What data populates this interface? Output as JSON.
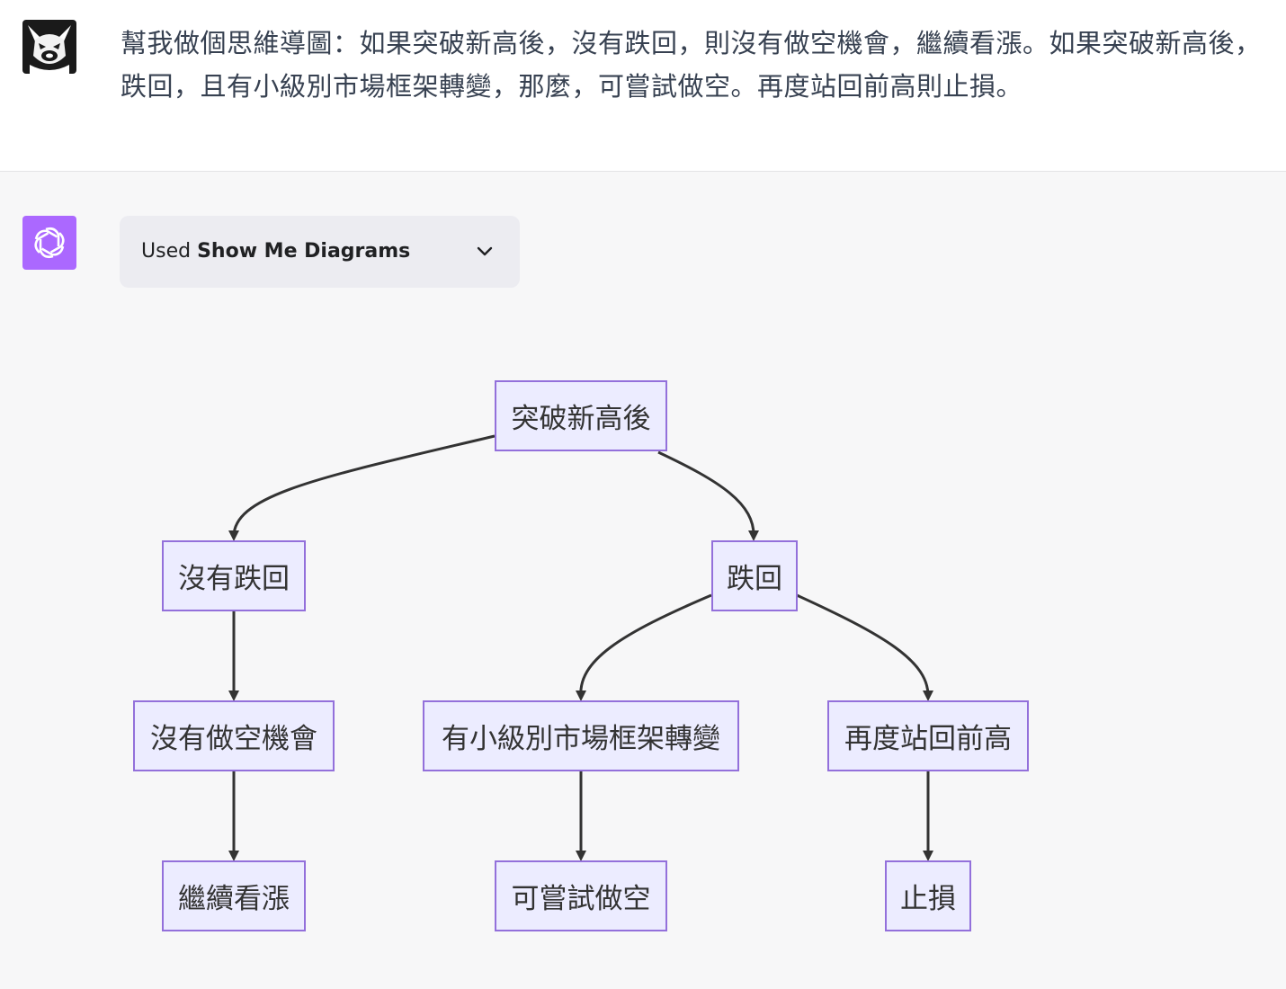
{
  "conversation": {
    "user_message": "幫我做個思維導圖：如果突破新高後，沒有跌回，則沒有做空機會，繼續看漲。如果突破新高後，跌回，且有小級別市場框架轉變，那麼，可嘗試做空。再度站回前高則止損。",
    "tool": {
      "prefix": "Used",
      "name": "Show Me Diagrams"
    }
  },
  "diagram": {
    "nodes": {
      "root": "突破新高後",
      "no_pullback": "沒有跌回",
      "pullback": "跌回",
      "no_short": "沒有做空機會",
      "structure_shift": "有小級別市場框架轉變",
      "reclaim_high": "再度站回前高",
      "stay_bullish": "繼續看漲",
      "try_short": "可嘗試做空",
      "stop_loss": "止損"
    },
    "edges": [
      [
        "root",
        "no_pullback"
      ],
      [
        "root",
        "pullback"
      ],
      [
        "no_pullback",
        "no_short"
      ],
      [
        "pullback",
        "structure_shift"
      ],
      [
        "pullback",
        "reclaim_high"
      ],
      [
        "no_short",
        "stay_bullish"
      ],
      [
        "structure_shift",
        "try_short"
      ],
      [
        "reclaim_high",
        "stop_loss"
      ]
    ]
  },
  "colors": {
    "node_fill": "#ececff",
    "node_border": "#9370db",
    "edge": "#333333",
    "assistant_avatar": "#ab68ff",
    "background": "#f7f7f8"
  },
  "icons": {
    "user_avatar": "wolf-avatar-icon",
    "assistant_avatar": "openai-logo-icon",
    "tool_toggle": "chevron-down-icon"
  }
}
